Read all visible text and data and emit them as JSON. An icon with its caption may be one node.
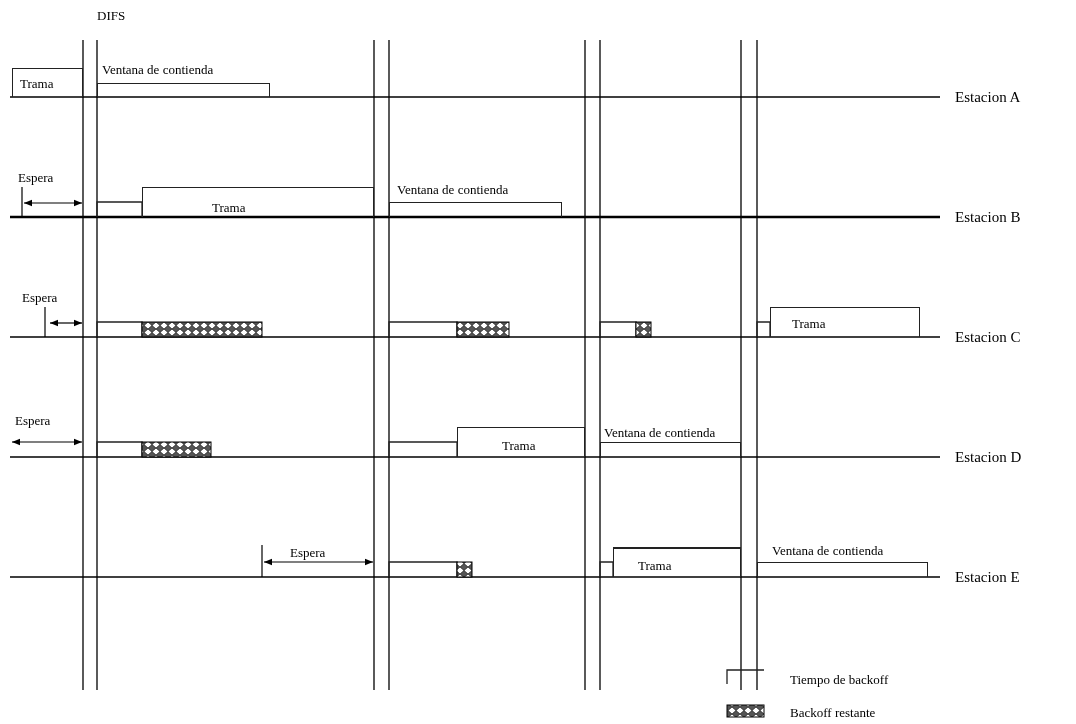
{
  "diagram": {
    "nodes": [
      {
        "text": [
          "Trama"
        ]
      },
      {
        "text": [
          "Ventana de contienda"
        ]
      },
      {
        "text": [
          "Trama"
        ]
      },
      {
        "text": [
          "Ventana de contienda"
        ]
      },
      {
        "text": [
          "Trama"
        ]
      },
      {
        "text": [
          "Trama"
        ]
      },
      {
        "text": [
          "Ventana de contienda"
        ]
      },
      {
        "text": [
          "Trama"
        ]
      },
      {
        "text": [
          "Ventana de contienda"
        ]
      }
    ],
    "labels": [
      "DIFS",
      "Estacion A",
      "Espera",
      "Estacion B",
      "Espera",
      "Estacion C",
      "Espera",
      "Estacion D",
      "Espera",
      "Estacion E"
    ],
    "legend": [
      {
        "text": "Tiempo de backoff"
      },
      {
        "text": "Backoff restante"
      }
    ]
  }
}
